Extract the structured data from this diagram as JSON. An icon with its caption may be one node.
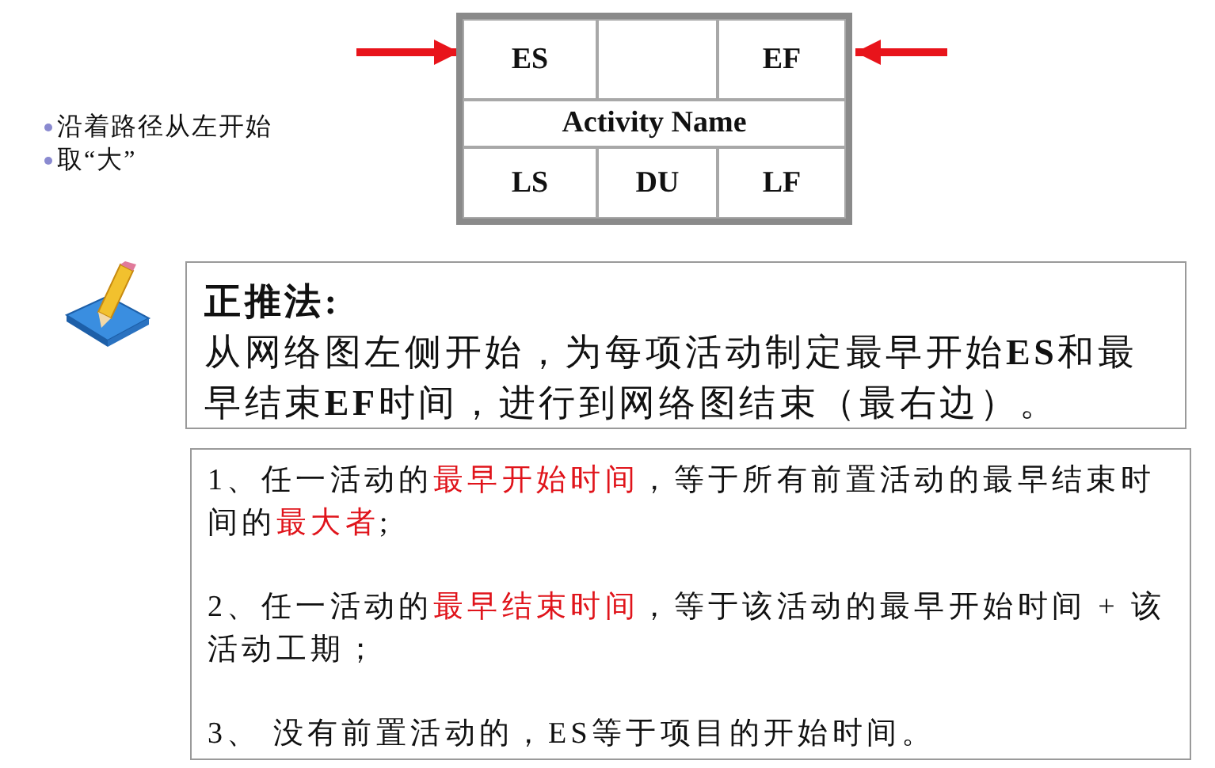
{
  "diagram": {
    "nodes": [
      {
        "text": [],
        "shape": "box"
      },
      {
        "text": [
          "ES"
        ],
        "in": 0
      },
      {
        "text": [],
        "shape": "box",
        "in": 0
      },
      {
        "text": [
          "EF"
        ],
        "in": 0
      },
      {
        "text": [
          "Activity Name"
        ],
        "in": 0
      },
      {
        "text": [
          "LS"
        ],
        "in": 0
      },
      {
        "text": [
          "DU"
        ],
        "in": 0
      },
      {
        "text": [
          "LF"
        ],
        "in": 0
      },
      {
        "text": [
          "正推法:",
          "从网络图左侧开始，为每项活动制定最早开始**ES**和最早结束**EF**时间，进行到网络图结束（最右边）。"
        ]
      },
      {
        "text": [
          "1、任一活动的**最早开始时间**，等于所有前置活动的最早结束时间的**最大者**;",
          "2、任一活动的**最早结束时间**，等于该活动的最早开始时间 + 该活动工期；",
          "3、 没有前置活动的，ES等于项目的开始时间。"
        ]
      }
    ],
    "edges": [
      {
        "from": null,
        "to": 1,
        "arrow": "to",
        "color": "#e8141b"
      },
      {
        "from": null,
        "to": 3,
        "arrow": "to",
        "color": "#e8141b"
      }
    ],
    "labels": [
      "沿着路径从左开始",
      "取“大”"
    ]
  }
}
